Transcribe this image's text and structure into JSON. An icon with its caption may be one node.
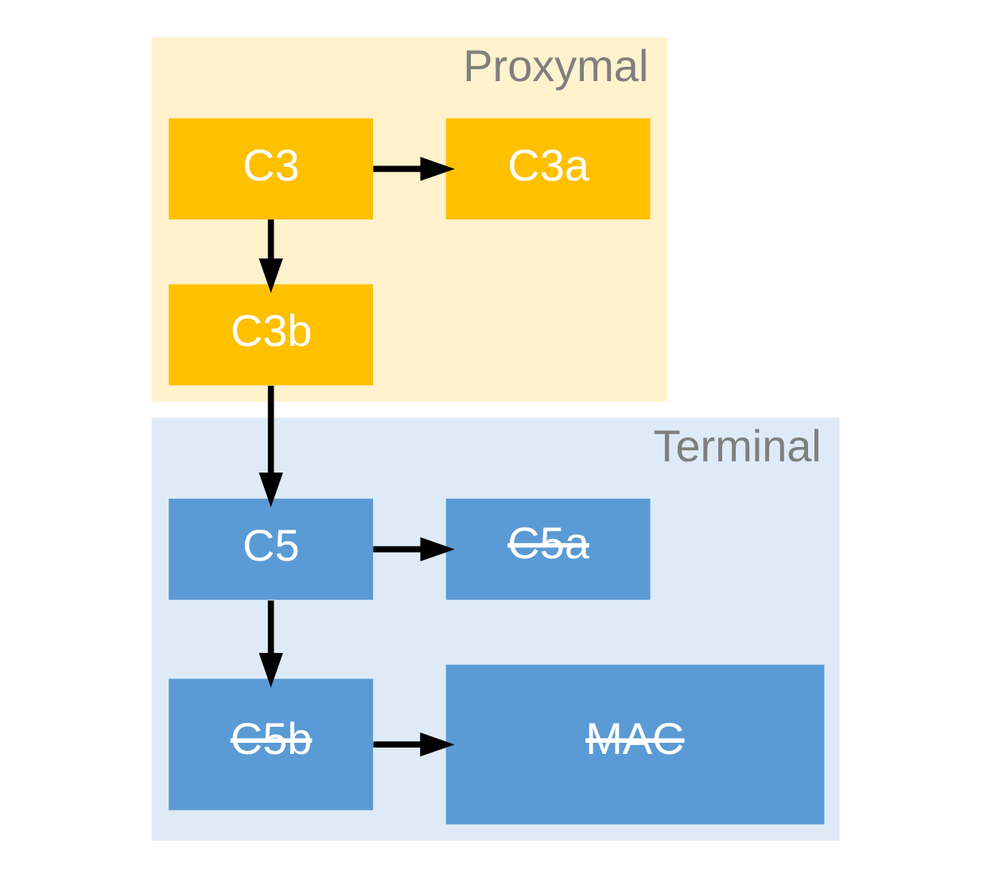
{
  "diagram": {
    "nodes": [
      {
        "text": [
          "Proxymal"
        ]
      },
      {
        "text": [
          "C3"
        ],
        "in": 0
      },
      {
        "text": [
          "C3a"
        ],
        "in": 0
      },
      {
        "text": [
          "C3b"
        ],
        "in": 0
      },
      {
        "text": [
          "Terminal"
        ]
      },
      {
        "text": [
          "C5"
        ],
        "in": 4
      },
      {
        "text": [
          "C5a"
        ],
        "in": 4
      },
      {
        "text": [
          "C5b"
        ],
        "in": 4
      },
      {
        "text": [
          "MAC"
        ],
        "in": 4
      }
    ],
    "edges": [
      {
        "from": 1,
        "to": 2,
        "arrow": "to"
      },
      {
        "from": 1,
        "to": 3,
        "arrow": "to"
      },
      {
        "from": 3,
        "to": 5,
        "arrow": "to"
      },
      {
        "from": 5,
        "to": 6,
        "arrow": "to"
      },
      {
        "from": 5,
        "to": 7,
        "arrow": "to"
      },
      {
        "from": 7,
        "to": 8,
        "arrow": "to"
      }
    ]
  }
}
